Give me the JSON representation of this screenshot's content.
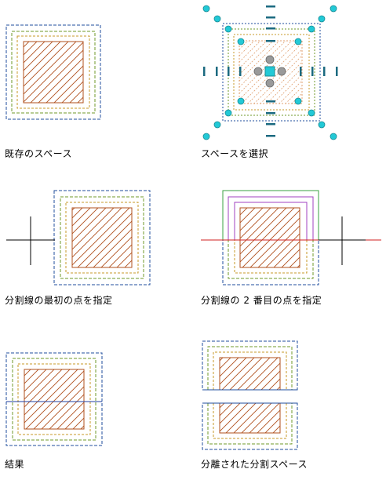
{
  "colors": {
    "outer_boundary": "#1f4e9c",
    "offset_green": "#6f9a2a",
    "offset_yellow": "#c79a2a",
    "hatch": "#b0501e",
    "grip": "#22c9d6",
    "grip_stroke": "#1a8a94",
    "grip_gray": "#9a9a9a",
    "dash_mark": "#1b6a80",
    "crosshair": "#000000",
    "split_line_blue": "#2040a0",
    "split_line_red": "#d02020",
    "purple": "#a040c0"
  },
  "captions": {
    "existing": "既存のスペース",
    "select": "スペースを選択",
    "first_point": "分割線の最初の点を指定",
    "second_point": "分割線の 2 番目の点を指定",
    "result": "結果",
    "separated": "分離された分割スペース"
  }
}
